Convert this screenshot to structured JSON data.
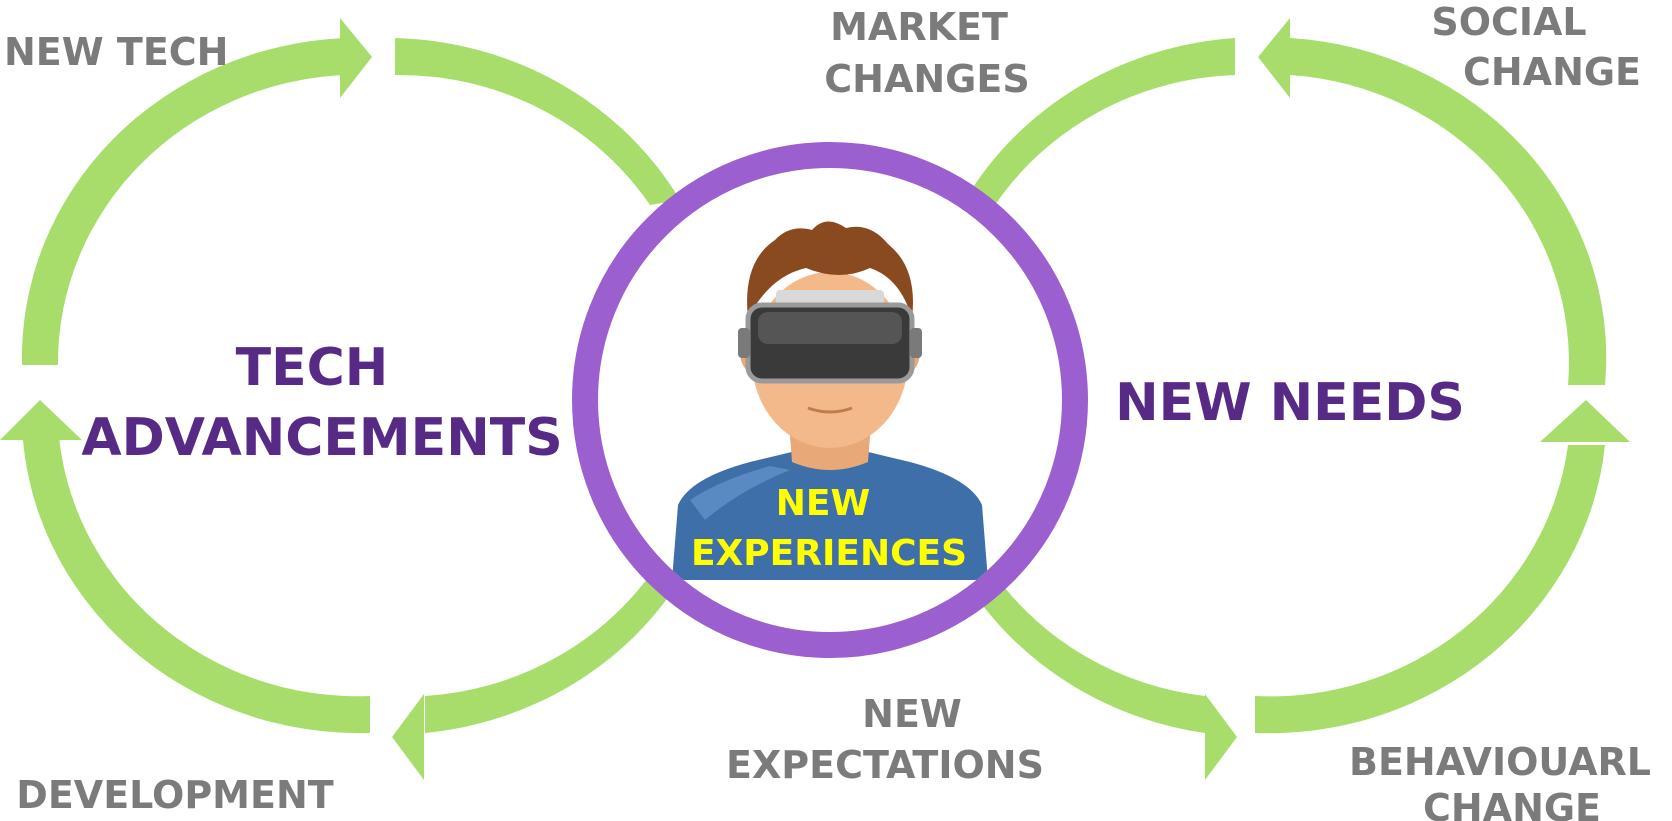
{
  "colors": {
    "arrow": "#a8dd6b",
    "ring": "#9b5fd0",
    "outer_text": "#7b7b7b",
    "main_text": "#572a86",
    "center_text": "#ffff00"
  },
  "left_cycle": {
    "title_line1": "TECH",
    "title_line2": "ADVANCEMENTS",
    "label_new_tech": "NEW TECH",
    "label_development": "DEVELOPMENT"
  },
  "right_cycle": {
    "title": "NEW NEEDS",
    "label_social_line1": "SOCIAL",
    "label_social_line2": "CHANGE",
    "label_behaviour_line1": "BEHAVIOUARL",
    "label_behaviour_line2": "CHANGE"
  },
  "center": {
    "label_line1": "NEW",
    "label_line2": "EXPERIENCES",
    "figure_icon": "vr-headset-person-icon"
  },
  "top_middle": {
    "line1": "MARKET",
    "line2": "CHANGES"
  },
  "bottom_middle": {
    "line1": "NEW",
    "line2": "EXPECTATIONS"
  }
}
